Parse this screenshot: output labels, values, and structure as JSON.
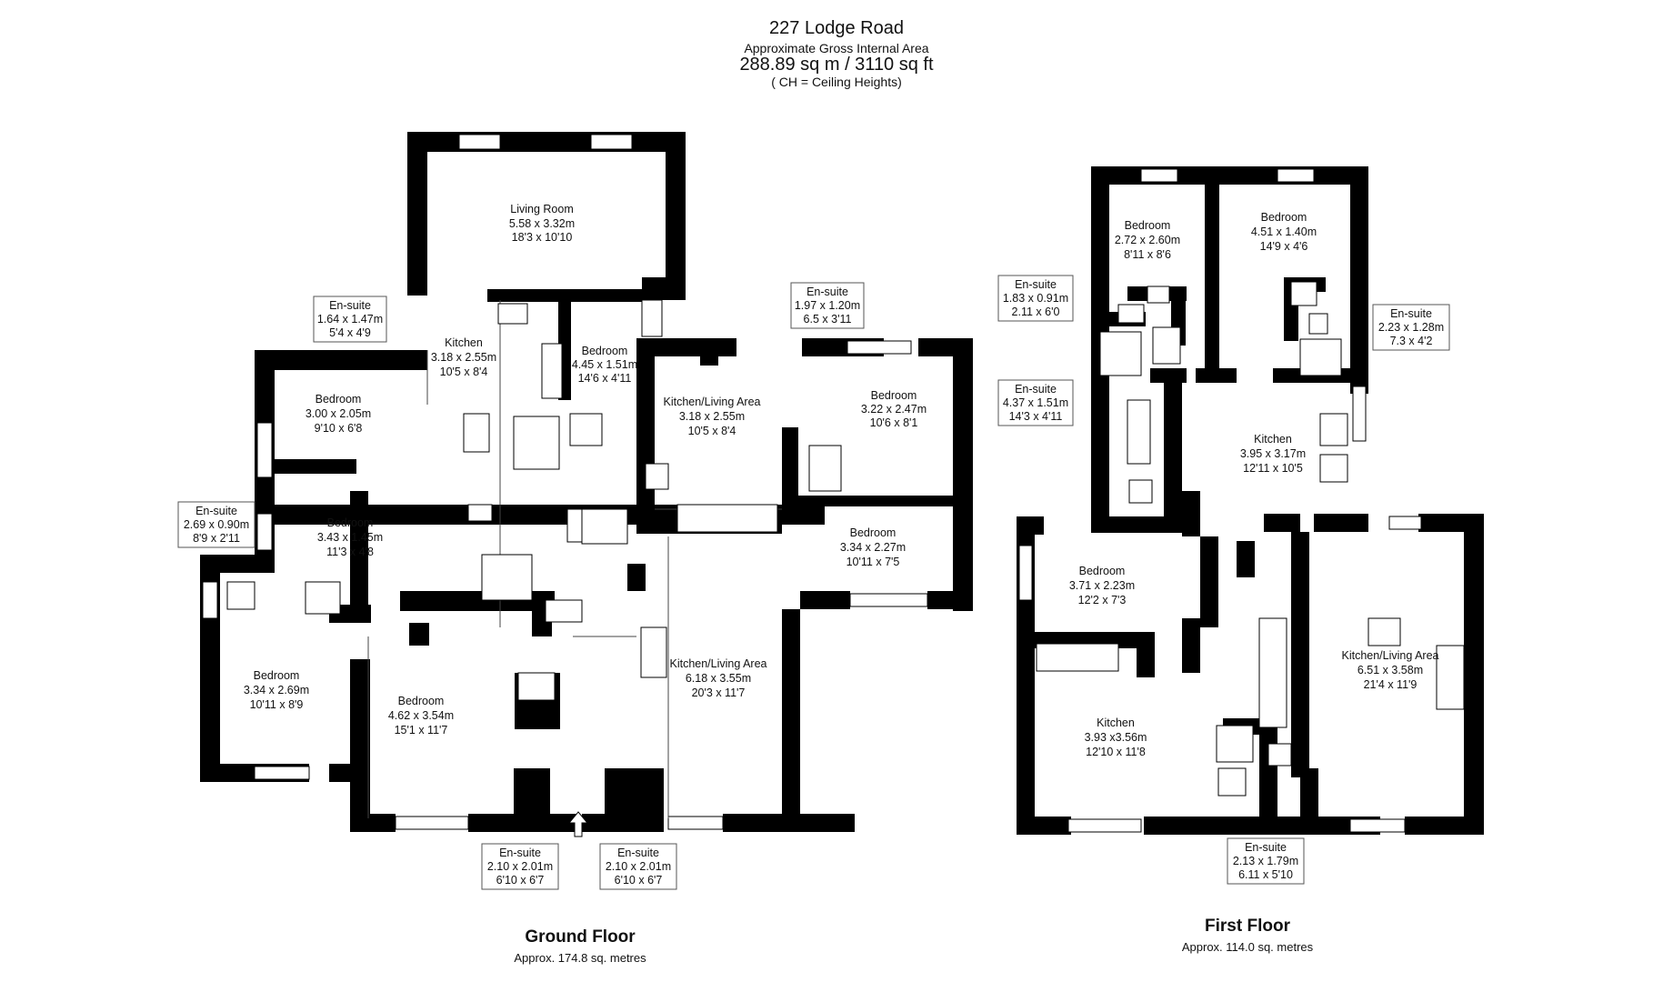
{
  "header": {
    "address": "227 Lodge Road",
    "area_caption": "Approximate Gross Internal Area",
    "area_value": "288.89 sq m /  3110 sq ft",
    "ceiling_note": "( CH = Ceiling Heights)"
  },
  "floors": [
    {
      "name": "Ground Floor",
      "area": "Approx. 174.8 sq. metres"
    },
    {
      "name": "First Floor",
      "area": "Approx. 114.0 sq. metres"
    }
  ],
  "rooms": [
    {
      "name": "Living Room",
      "metric": "5.58 x 3.32m",
      "imperial": "18'3 x 10'10"
    },
    {
      "name": "Kitchen",
      "metric": "3.18 x 2.55m",
      "imperial": "10'5 x 8'4"
    },
    {
      "name": "Bedroom",
      "metric": "4.45 x 1.51m",
      "imperial": "14'6 x 4'11"
    },
    {
      "name": "Kitchen/Living Area",
      "metric": "3.18 x 2.55m",
      "imperial": "10'5 x 8'4"
    },
    {
      "name": "Bedroom",
      "metric": "3.22 x 2.47m",
      "imperial": "10'6 x 8'1"
    },
    {
      "name": "Bedroom",
      "metric": "3.00 x 2.05m",
      "imperial": "9'10 x 6'8"
    },
    {
      "name": "Bedroom",
      "metric": "3.43 x 1.45m",
      "imperial": "11'3 x 4'8"
    },
    {
      "name": "Bedroom",
      "metric": "3.34 x 2.27m",
      "imperial": "10'11 x 7'5"
    },
    {
      "name": "Bedroom",
      "metric": "3.34 x 2.69m",
      "imperial": "10'11 x 8'9"
    },
    {
      "name": "Bedroom",
      "metric": "4.62 x 3.54m",
      "imperial": "15'1 x 11'7"
    },
    {
      "name": "Kitchen/Living Area",
      "metric": "6.18 x 3.55m",
      "imperial": "20'3 x 11'7"
    },
    {
      "name": "Bedroom",
      "metric": "2.72 x 2.60m",
      "imperial": "8'11 x 8'6"
    },
    {
      "name": "Bedroom",
      "metric": "4.51 x 1.40m",
      "imperial": "14'9 x 4'6"
    },
    {
      "name": "Kitchen",
      "metric": "3.95 x 3.17m",
      "imperial": "12'11 x 10'5"
    },
    {
      "name": "Bedroom",
      "metric": "3.71 x 2.23m",
      "imperial": "12'2 x 7'3"
    },
    {
      "name": "Kitchen",
      "metric": "3.93 x3.56m",
      "imperial": "12'10 x 11'8"
    },
    {
      "name": "Kitchen/Living Area",
      "metric": "6.51 x 3.58m",
      "imperial": "21'4 x 11'9"
    }
  ],
  "ensuites": [
    {
      "name": "En-suite",
      "metric": "1.64 x 1.47m",
      "imperial": "5'4 x 4'9"
    },
    {
      "name": "En-suite",
      "metric": "1.97 x 1.20m",
      "imperial": "6.5 x 3'11"
    },
    {
      "name": "En-suite",
      "metric": "2.69 x 0.90m",
      "imperial": "8'9 x 2'11"
    },
    {
      "name": "En-suite",
      "metric": "2.10 x 2.01m",
      "imperial": "6'10 x 6'7"
    },
    {
      "name": "En-suite",
      "metric": "2.10 x 2.01m",
      "imperial": "6'10 x 6'7"
    },
    {
      "name": "En-suite",
      "metric": "1.83 x 0.91m",
      "imperial": "2.11 x 6'0"
    },
    {
      "name": "En-suite",
      "metric": "4.37 x 1.51m",
      "imperial": "14'3 x 4'11"
    },
    {
      "name": "En-suite",
      "metric": "2.23 x 1.28m",
      "imperial": "7.3 x 4'2"
    },
    {
      "name": "En-suite",
      "metric": "2.13 x 1.79m",
      "imperial": "6.11 x 5'10"
    }
  ]
}
